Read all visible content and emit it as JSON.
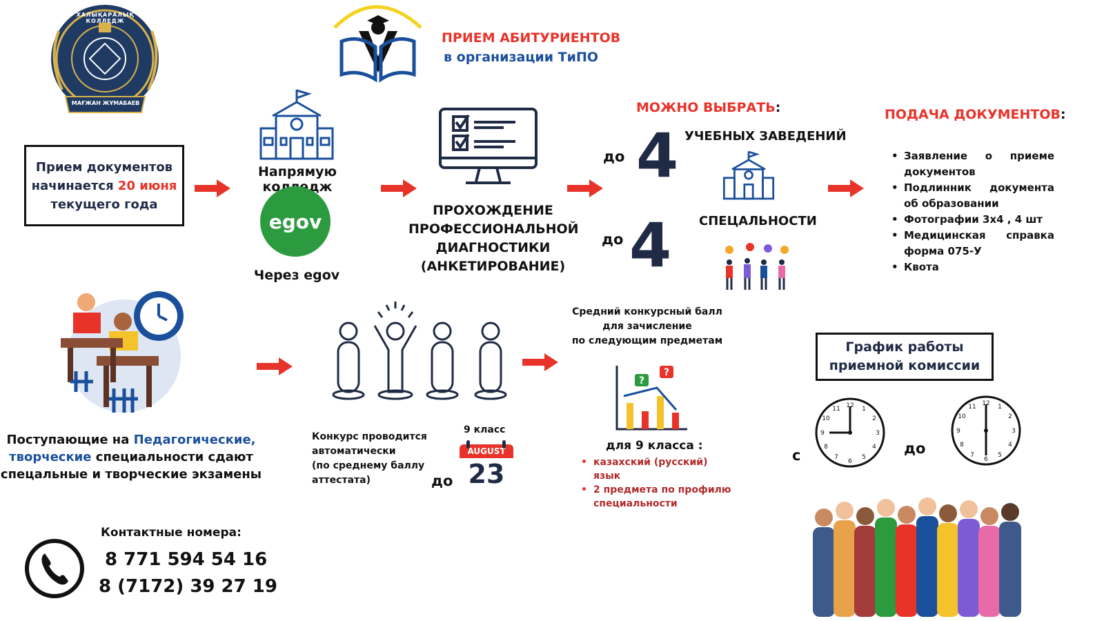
{
  "logo": {
    "text_top": "ХАЛЫҚАРАЛЫҚ КОЛЛЕДЖ",
    "text_bottom": "МАҒЖАН ЖҰМАБАЕВ"
  },
  "header": {
    "line1": "ПРИЕМ АБИТУРИЕНТОВ",
    "line2": "в организации ТиПО"
  },
  "start_box": {
    "part1": "Прием документов начинается ",
    "date": "20 июня",
    "part2": " текущего года"
  },
  "apply": {
    "college_label": "Напрямую колледж",
    "egov_logo": "egov",
    "egov_label": "Через egov"
  },
  "diagnostics": {
    "label": "ПРОХОЖДЕНИЕ ПРОФЕССИОНАЛЬНОЙ ДИАГНОСТИКИ (АНКЕТИРОВАНИЕ)"
  },
  "choose": {
    "title": "МОЖНО ВЫБРАТЬ",
    "colon": ":",
    "upto1": "до",
    "num1": "4",
    "item1": "УЧЕБНЫХ ЗАВЕДЕНИЙ",
    "upto2": "до",
    "num2": "4",
    "item2": "СПЕЦАЛЬНОСТИ"
  },
  "documents": {
    "title": "ПОДАЧА ДОКУМЕНТОВ",
    "colon": ":",
    "items": [
      "Заявление о приеме документов",
      "Подлинник документа об образовании",
      "Фотографии 3х4 , 4 шт",
      "Медицинская справка форма 075-У",
      "Квота"
    ]
  },
  "exams": {
    "part1": "Поступающие на ",
    "highlight1": "Педагогические,",
    "highlight2": "творческие",
    "part2": " специальности сдают",
    "part3": "спецальные и творческие экзамены"
  },
  "contest": {
    "text": [
      "Конкурс проводится",
      "автоматически",
      "(по среднему баллу",
      "аттестата)"
    ],
    "grade": "9 класс",
    "upto": "до",
    "month": "AUGUST",
    "day": "23"
  },
  "score": {
    "title": [
      "Средний конкурсный балл",
      "для зачисление",
      "по следующим предметам"
    ],
    "grade_title": "для 9 класса :",
    "items": [
      "казахский (русский) язык",
      "2 предмета по профилю специальности"
    ]
  },
  "schedule": {
    "title": "График работы приемной комиссии",
    "from": "с",
    "to": "до"
  },
  "contacts": {
    "title": "Контактные номера:",
    "phone1": "8 771 594 54 16",
    "phone2": "8 (7172) 39 27 19"
  },
  "colors": {
    "accent_red": "#e8332a",
    "brand_blue": "#1a4f9c",
    "navy": "#1f2a44",
    "egov_green": "#2c9a3f"
  }
}
